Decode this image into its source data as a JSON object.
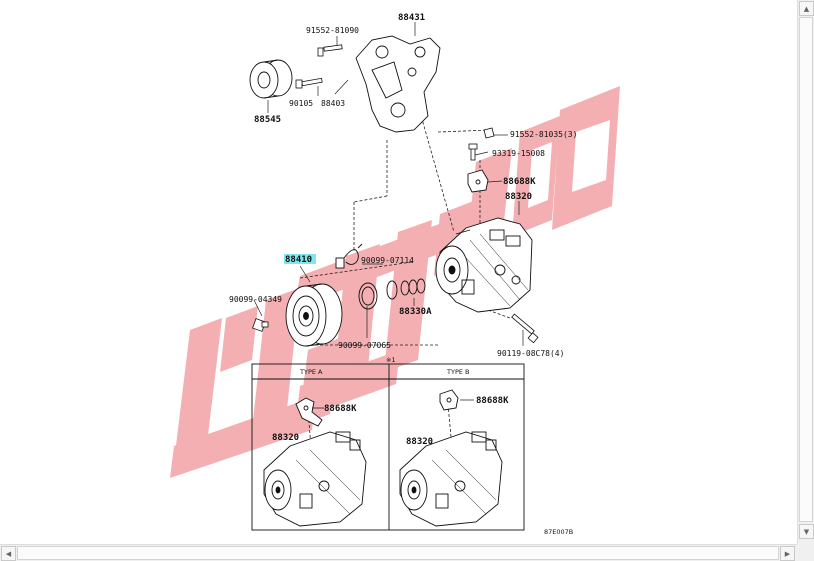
{
  "diagram": {
    "parts": {
      "p88431": "88431",
      "p91552_81090": "91552-81090",
      "p88545": "88545",
      "p90105": "90105",
      "p88403": "88403",
      "p91552_81035": "91552-81035(3)",
      "p93319": "93319-15008",
      "p88688K_top": "88688K",
      "p88320_top": "88320",
      "p88410": "88410",
      "p90099_07114": "90099-07114",
      "p90099_04349": "90099-04349",
      "p88330A": "88330A",
      "p90099_07065": "90099-07065",
      "p90119": "90119-08C78(4)"
    },
    "note_marker": "※1",
    "type_a": {
      "header": "TYPE A",
      "bracket_label": "88688K",
      "compressor_label": "88320"
    },
    "type_b": {
      "header": "TYPE B",
      "bracket_label": "88688K",
      "compressor_label": "88320"
    },
    "figure_code": "87E007B",
    "highlight_color": "#7fe6ef",
    "watermark_color": "#f2a7aa"
  },
  "scrollbar": {
    "up_arrow": "▲",
    "down_arrow": "▼",
    "left_arrow": "◀",
    "right_arrow": "▶"
  }
}
